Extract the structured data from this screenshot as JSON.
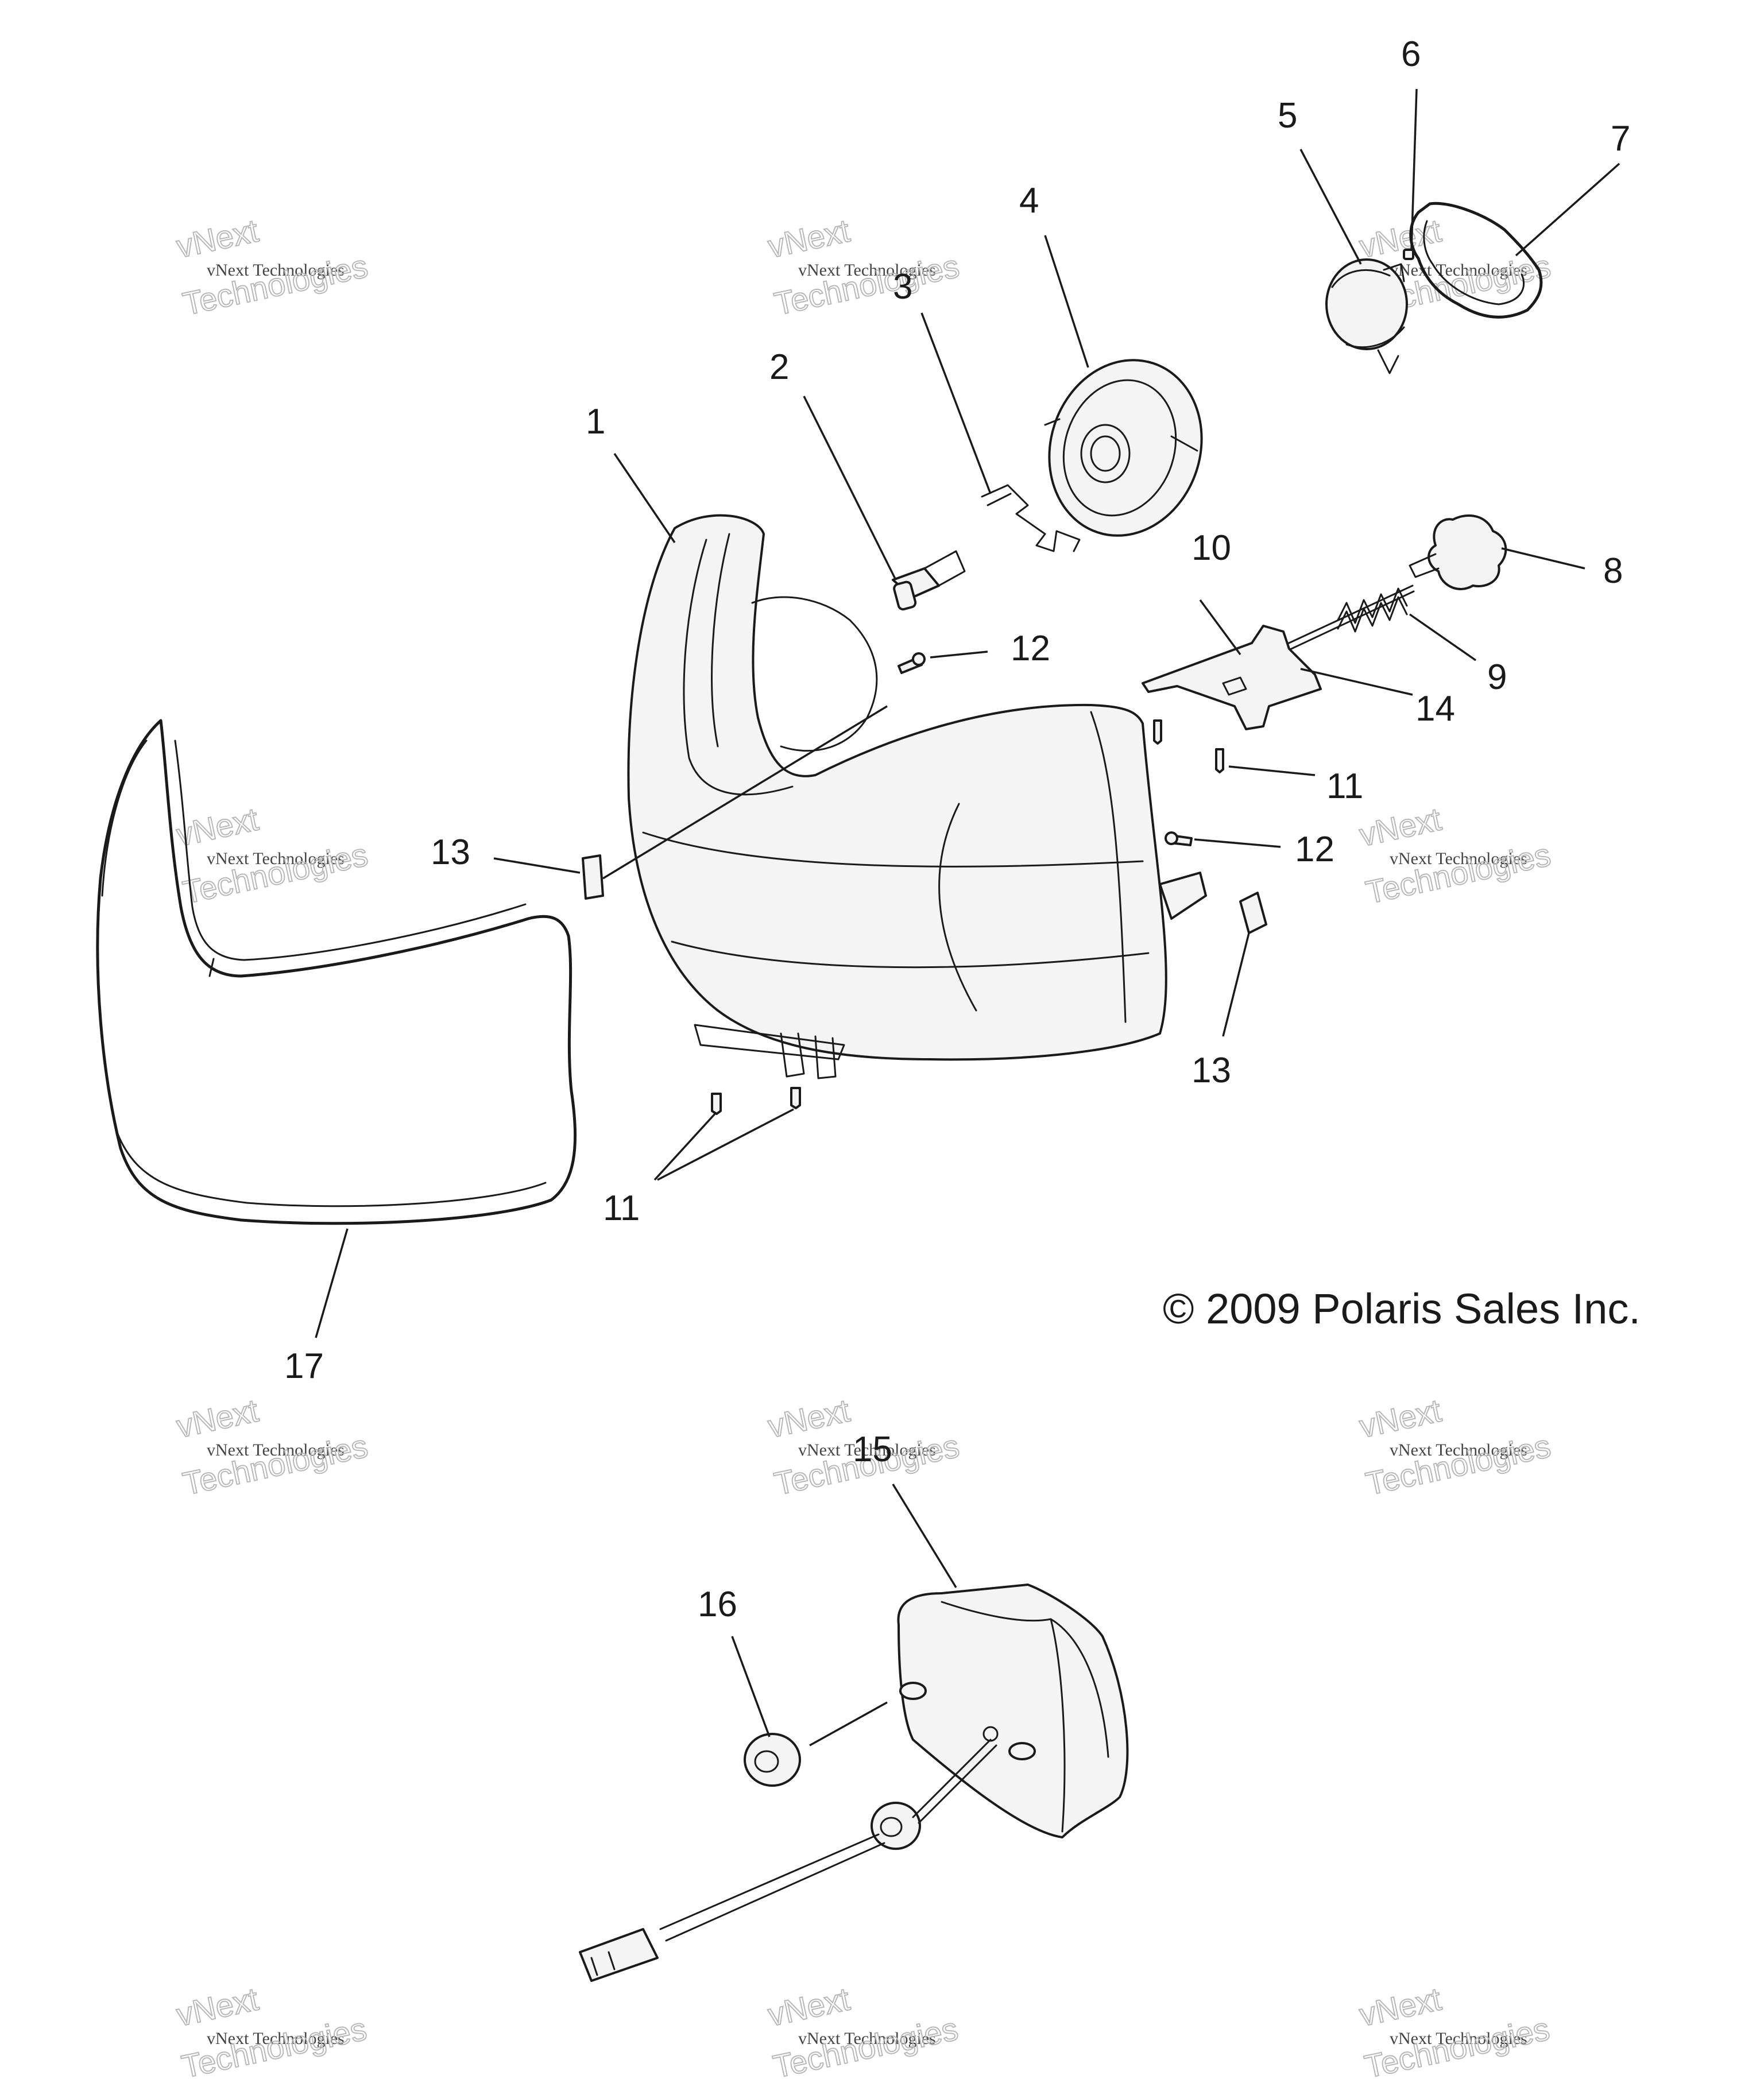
{
  "callouts": [
    {
      "id": "1",
      "label": "1"
    },
    {
      "id": "2",
      "label": "2"
    },
    {
      "id": "3",
      "label": "3"
    },
    {
      "id": "4",
      "label": "4"
    },
    {
      "id": "5",
      "label": "5"
    },
    {
      "id": "6",
      "label": "6"
    },
    {
      "id": "7",
      "label": "7"
    },
    {
      "id": "8",
      "label": "8"
    },
    {
      "id": "9",
      "label": "9"
    },
    {
      "id": "10",
      "label": "10"
    },
    {
      "id": "11a",
      "label": "11"
    },
    {
      "id": "11b",
      "label": "11"
    },
    {
      "id": "12a",
      "label": "12"
    },
    {
      "id": "12b",
      "label": "12"
    },
    {
      "id": "13a",
      "label": "13"
    },
    {
      "id": "13b",
      "label": "13"
    },
    {
      "id": "14",
      "label": "14"
    },
    {
      "id": "15",
      "label": "15"
    },
    {
      "id": "16",
      "label": "16"
    },
    {
      "id": "17",
      "label": "17"
    }
  ],
  "copyright": "© 2009 Polaris Sales Inc.",
  "watermark": {
    "line1": "vNext Technologies",
    "line2": "vNext",
    "line3": "Technologies"
  }
}
